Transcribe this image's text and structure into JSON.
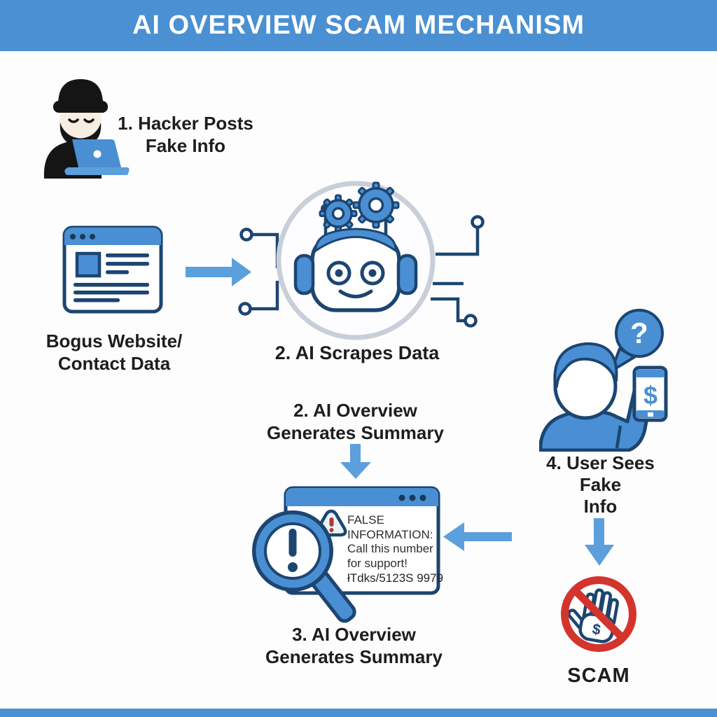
{
  "header": {
    "title": "AI OVERVIEW SCAM MECHANISM"
  },
  "flow": {
    "step1": {
      "line1": "1. Hacker Posts",
      "line2": "Fake Info",
      "icon": "hacker-laptop-icon"
    },
    "bogus_site": {
      "line1": "Bogus Website/",
      "line2": "Contact Data",
      "icon": "browser-window-icon"
    },
    "ai_scrape": {
      "label": "2. AI Scrapes Data",
      "icon": "ai-robot-icon"
    },
    "ai_overview": {
      "line1": "2. AI Overview",
      "line2": "Generates Summary"
    },
    "step3": {
      "line1": "3. AI Overview",
      "line2": "Generates Summary",
      "icon": "magnifier-alert-browser-icon"
    },
    "step4": {
      "line1": "4. User Sees",
      "line2": "Fake",
      "line3": "Info",
      "icon": "user-phone-question-icon"
    },
    "scam": {
      "label": "SCAM",
      "icon": "no-scam-hand-icon"
    }
  },
  "false_info_window": {
    "alert_line1": "FALSE",
    "alert_line2": "INFORMATION:",
    "alert_line3": "Call this number",
    "alert_line4": "for support!",
    "fake_number": "łTdks/5123S 9979"
  },
  "glyphs": {
    "question": "?",
    "phone_dollar": "$",
    "hand_dollar": "$"
  },
  "colors": {
    "header_blue": "#4a90d2",
    "icon_blue": "#4a8fd3",
    "arrow_blue": "#5b9fdd",
    "outline_navy": "#1c4571",
    "alert_red": "#d3342c",
    "ring_gray": "#c9cfd8",
    "text_dark": "#1d1d1f"
  }
}
